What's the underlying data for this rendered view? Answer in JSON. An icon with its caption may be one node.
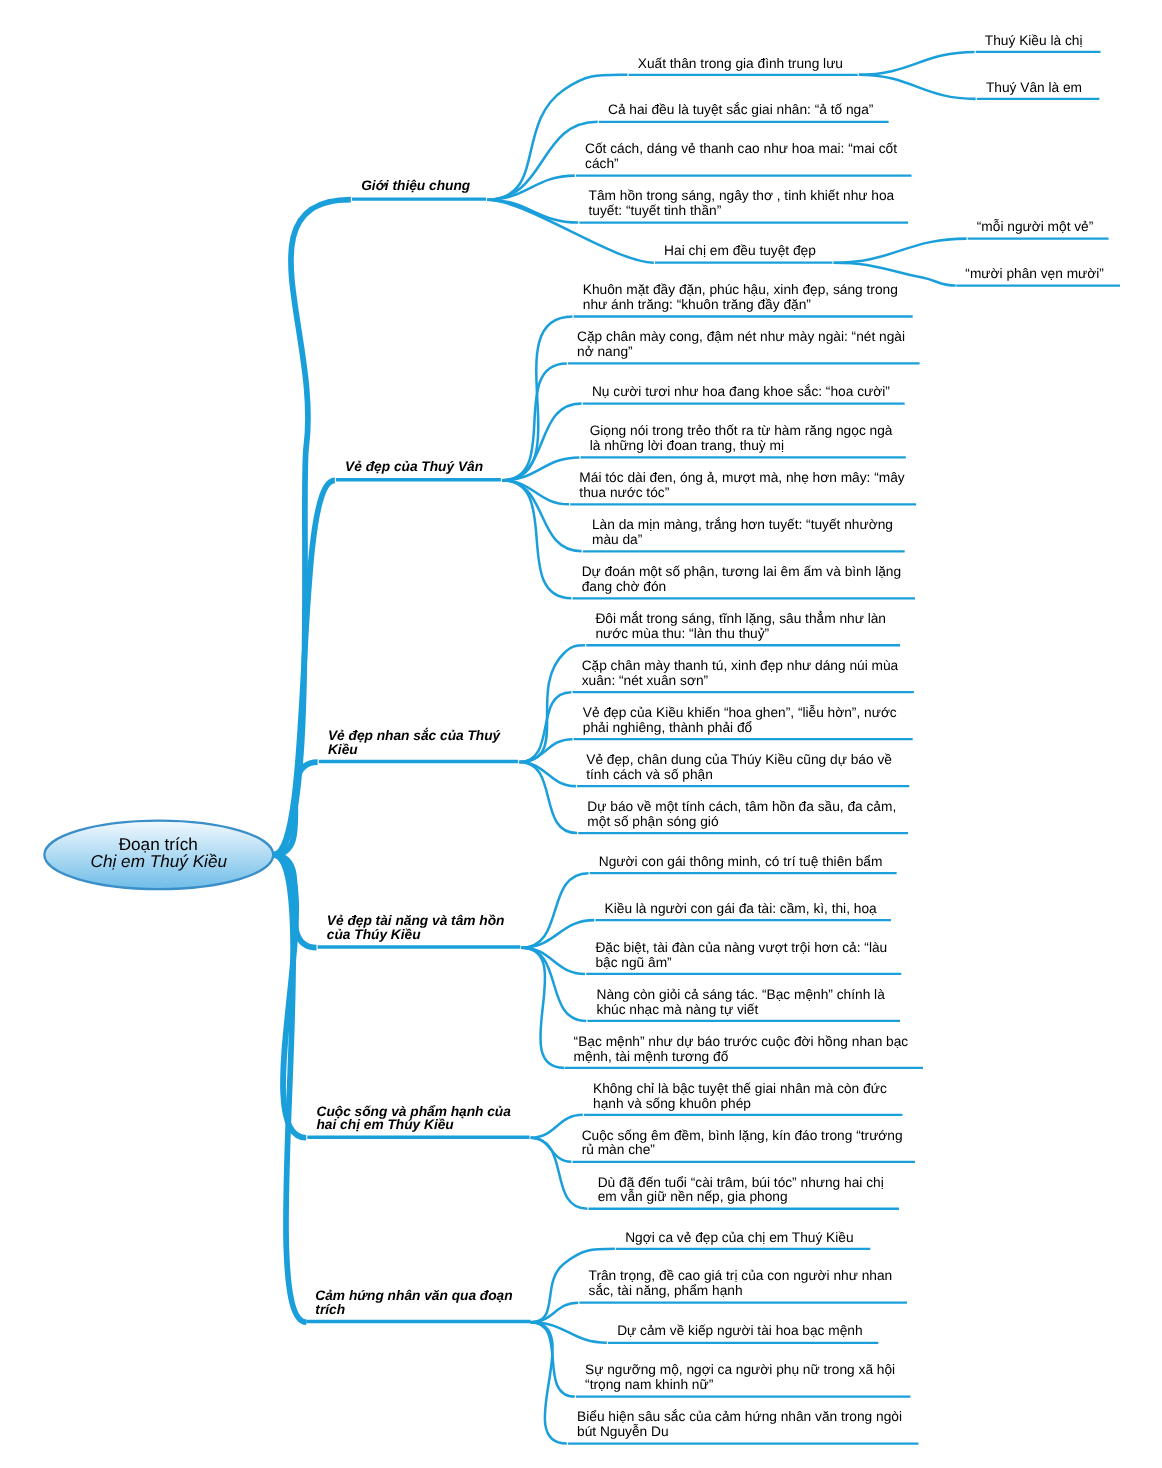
{
  "diagram": {
    "nodes": [
      {
        "text": [
          "Đoạn trích",
          "Chị em Thuý Kiều"
        ]
      },
      {
        "text": [
          "Giới thiệu chung"
        ]
      },
      {
        "text": [
          "Xuất thân trong gia đình trung lưu"
        ]
      },
      {
        "text": [
          "Thuý Kiều là chị"
        ]
      },
      {
        "text": [
          "Thuý Vân là em"
        ]
      },
      {
        "text": [
          "Cả hai đều là tuyệt sắc giai nhân: “ả tố nga”"
        ]
      },
      {
        "text": [
          "Cốt cách, dáng vẻ thanh cao như hoa mai: “mai cốt cách”"
        ]
      },
      {
        "text": [
          "Tâm hồn trong sáng, ngây thơ , tinh khiết như hoa tuyết: “tuyết tinh thần”"
        ]
      },
      {
        "text": [
          "Hai chị em đều tuyệt đẹp"
        ]
      },
      {
        "text": [
          "“mỗi người một vẻ”"
        ]
      },
      {
        "text": [
          "“mười phân vẹn mười”"
        ]
      },
      {
        "text": [
          "Vẻ đẹp của Thuý Vân"
        ]
      },
      {
        "text": [
          "Khuôn mặt đầy đặn, phúc hậu, xinh đẹp, sáng trong như ánh trăng: “khuôn trăng đầy đặn”"
        ]
      },
      {
        "text": [
          "Cặp chân mày cong, đậm nét như mày ngài: “nét ngài nở nang”"
        ]
      },
      {
        "text": [
          "Nụ cười tươi như hoa đang khoe sắc: “hoa cười”"
        ]
      },
      {
        "text": [
          "Giọng nói trong trẻo thốt ra từ hàm răng ngọc ngà là những lời đoan trang, thuỳ mị"
        ]
      },
      {
        "text": [
          "Mái tóc dài đen, óng ả, mượt mà, nhẹ hơn mây: “mây thua nước tóc”"
        ]
      },
      {
        "text": [
          "Làn da mịn màng, trắng hơn tuyết: “tuyết nhường màu da”"
        ]
      },
      {
        "text": [
          "Dự đoán một số phận, tương lai êm ấm và bình lặng đang chờ đón"
        ]
      },
      {
        "text": [
          "Vẻ đẹp nhan sắc của Thuý Kiều"
        ]
      },
      {
        "text": [
          "Đôi mắt trong sáng, tĩnh lặng, sâu thẳm như làn nước mùa thu: “làn thu thuỷ”"
        ]
      },
      {
        "text": [
          "Cặp chân mày thanh tú, xinh đẹp như dáng núi mùa xuân: “nét xuân sơn”"
        ]
      },
      {
        "text": [
          "Vẻ đẹp của Kiều khiến “hoa ghen”, “liễu hờn”, nước phải nghiêng, thành phải đổ"
        ]
      },
      {
        "text": [
          "Vẻ đẹp, chân dung của Thúy Kiều cũng dự báo về tính cách và số phận"
        ]
      },
      {
        "text": [
          "Dự báo về một tính cách, tâm hồn đa sầu, đa cảm, một số phận sóng gió"
        ]
      },
      {
        "text": [
          "Vẻ đẹp tài năng và tâm hồn của Thúy Kiều"
        ]
      },
      {
        "text": [
          "Người con gái thông minh, có trí tuệ thiên bẩm"
        ]
      },
      {
        "text": [
          "Kiều là người con gái đa tài: cầm, kì, thi, hoạ"
        ]
      },
      {
        "text": [
          "Đặc biệt, tài đàn của nàng vượt trội hơn cả: “làu bậc ngũ âm”"
        ]
      },
      {
        "text": [
          "Nàng còn giỏi cả sáng tác. “Bạc mệnh” chính là khúc nhạc mà nàng tự viết"
        ]
      },
      {
        "text": [
          "“Bạc mệnh” như dự báo trước cuộc đời hồng nhan bạc mệnh, tài mệnh tương đố"
        ]
      },
      {
        "text": [
          "Cuộc sống và phẩm hạnh của hai chị em Thúy Kiều"
        ]
      },
      {
        "text": [
          "Không chỉ là bậc tuyệt thế giai nhân mà còn đức hạnh và sống khuôn phép"
        ]
      },
      {
        "text": [
          "Cuộc sống êm đềm, bình lặng, kín đáo trong “trướng rủ màn che”"
        ]
      },
      {
        "text": [
          "Dù đã đến tuổi “cài trâm, búi tóc” nhưng hai chị em vẫn giữ nền nếp, gia phong"
        ]
      },
      {
        "text": [
          "Cảm hứng nhân văn qua đoạn trích"
        ]
      },
      {
        "text": [
          "Ngợi ca vẻ đẹp của chị em Thuý Kiều"
        ]
      },
      {
        "text": [
          "Trân trọng, đề cao giá trị của con người như nhan sắc, tài năng, phẩm hạnh"
        ]
      },
      {
        "text": [
          "Dự cảm về kiếp người tài hoa bạc mệnh"
        ]
      },
      {
        "text": [
          "Sự ngưỡng mộ, ngợi ca người phụ nữ trong xã hội “trọng nam khinh nữ”"
        ]
      },
      {
        "text": [
          "Biểu hiện sâu sắc của cảm hứng nhân văn trong ngòi bút Nguyễn Du"
        ]
      }
    ],
    "edges": [
      {
        "from": 0,
        "to": 1,
        "arrow": "none",
        "style": "thick"
      },
      {
        "from": 1,
        "to": 2,
        "arrow": "none"
      },
      {
        "from": 2,
        "to": 3,
        "arrow": "none"
      },
      {
        "from": 2,
        "to": 4,
        "arrow": "none"
      },
      {
        "from": 1,
        "to": 5,
        "arrow": "none"
      },
      {
        "from": 1,
        "to": 6,
        "arrow": "none"
      },
      {
        "from": 1,
        "to": 7,
        "arrow": "none"
      },
      {
        "from": 1,
        "to": 8,
        "arrow": "none"
      },
      {
        "from": 8,
        "to": 9,
        "arrow": "none"
      },
      {
        "from": 8,
        "to": 10,
        "arrow": "none"
      },
      {
        "from": 0,
        "to": 11,
        "arrow": "none",
        "style": "thick"
      },
      {
        "from": 11,
        "to": 12,
        "arrow": "none"
      },
      {
        "from": 11,
        "to": 13,
        "arrow": "none"
      },
      {
        "from": 11,
        "to": 14,
        "arrow": "none"
      },
      {
        "from": 11,
        "to": 15,
        "arrow": "none"
      },
      {
        "from": 11,
        "to": 16,
        "arrow": "none"
      },
      {
        "from": 11,
        "to": 17,
        "arrow": "none"
      },
      {
        "from": 11,
        "to": 18,
        "arrow": "none"
      },
      {
        "from": 0,
        "to": 19,
        "arrow": "none",
        "style": "thick"
      },
      {
        "from": 19,
        "to": 20,
        "arrow": "none"
      },
      {
        "from": 19,
        "to": 21,
        "arrow": "none"
      },
      {
        "from": 19,
        "to": 22,
        "arrow": "none"
      },
      {
        "from": 19,
        "to": 23,
        "arrow": "none"
      },
      {
        "from": 19,
        "to": 24,
        "arrow": "none"
      },
      {
        "from": 0,
        "to": 25,
        "arrow": "none",
        "style": "thick"
      },
      {
        "from": 25,
        "to": 26,
        "arrow": "none"
      },
      {
        "from": 25,
        "to": 27,
        "arrow": "none"
      },
      {
        "from": 25,
        "to": 28,
        "arrow": "none"
      },
      {
        "from": 25,
        "to": 29,
        "arrow": "none"
      },
      {
        "from": 25,
        "to": 30,
        "arrow": "none"
      },
      {
        "from": 0,
        "to": 31,
        "arrow": "none",
        "style": "thick"
      },
      {
        "from": 31,
        "to": 32,
        "arrow": "none"
      },
      {
        "from": 31,
        "to": 33,
        "arrow": "none"
      },
      {
        "from": 31,
        "to": 34,
        "arrow": "none"
      },
      {
        "from": 0,
        "to": 35,
        "arrow": "none",
        "style": "thick"
      },
      {
        "from": 35,
        "to": 36,
        "arrow": "none"
      },
      {
        "from": 35,
        "to": 37,
        "arrow": "none"
      },
      {
        "from": 35,
        "to": 38,
        "arrow": "none"
      },
      {
        "from": 35,
        "to": 39,
        "arrow": "none"
      },
      {
        "from": 35,
        "to": 40,
        "arrow": "none"
      }
    ]
  }
}
